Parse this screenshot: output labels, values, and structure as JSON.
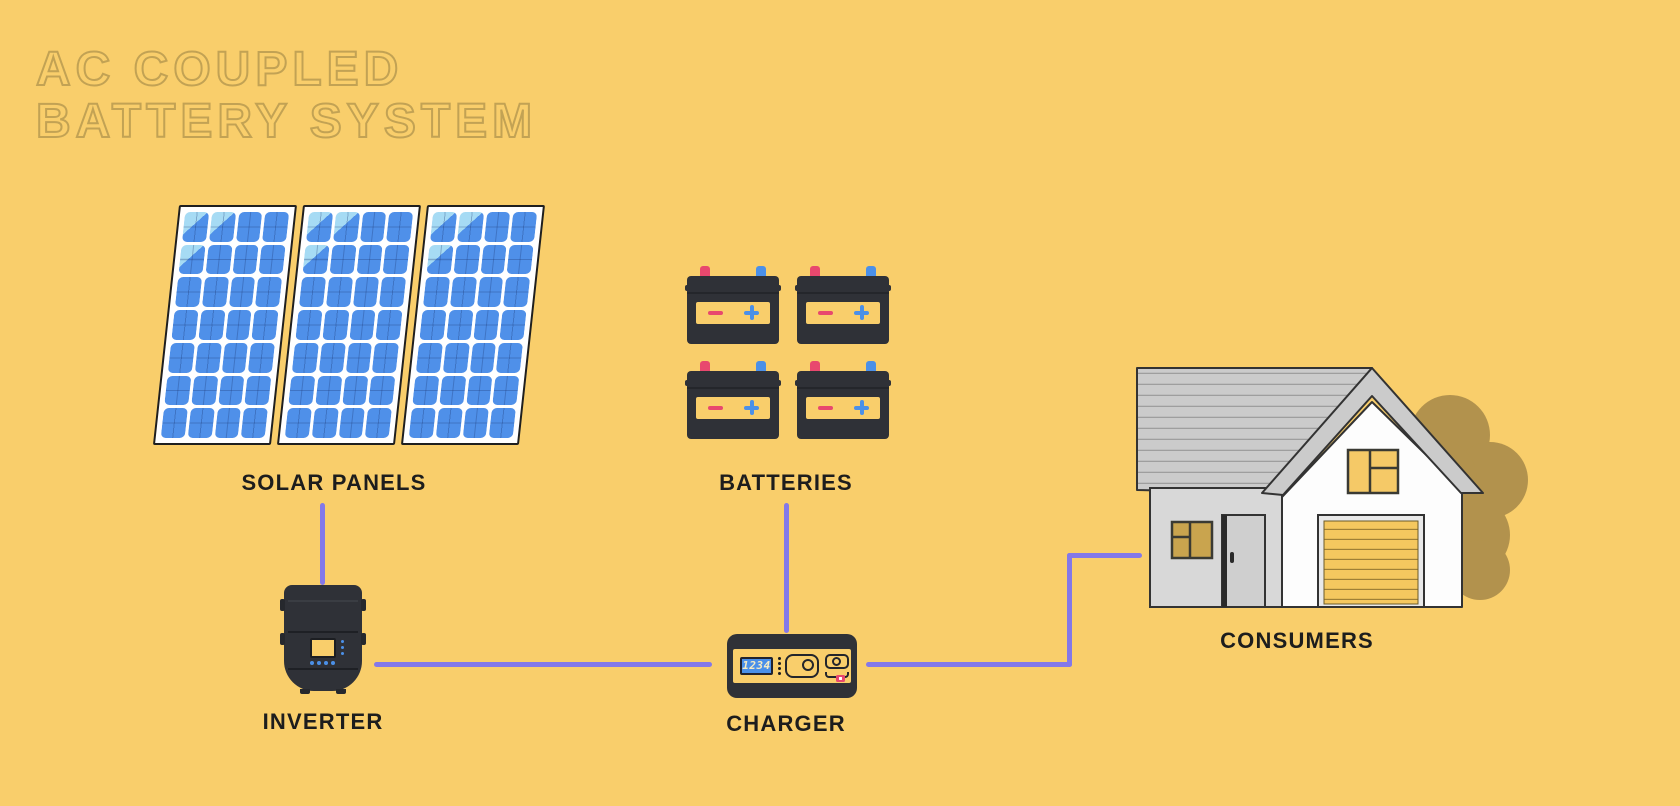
{
  "title": {
    "line1": "AC COUPLED",
    "line2": "BATTERY SYSTEM"
  },
  "nodes": {
    "solar": {
      "label": "SOLAR PANELS",
      "panel_count": 3,
      "rows": 7,
      "cols": 4,
      "highlight_cells": [
        [
          0,
          0
        ],
        [
          0,
          1
        ],
        [
          1,
          0
        ]
      ]
    },
    "batteries": {
      "label": "BATTERIES",
      "count": 4,
      "polarity_minus": "-",
      "polarity_plus": "+"
    },
    "inverter": {
      "label": "INVERTER"
    },
    "charger": {
      "label": "CHARGER",
      "lcd_value": "1234"
    },
    "consumers": {
      "label": "CONSUMERS"
    }
  },
  "theme": {
    "bg": "#F9CE6B",
    "title_outline": "#C2A254",
    "label": "#1D1D1D",
    "purple": "#8478E8",
    "panel_blue": "#4F90E9",
    "panel_highlight": "#A6DBF4",
    "panel_frame": "#FFFFFF",
    "dark_device": "#2F3137",
    "red": "#E8486E",
    "blue": "#4B90E8",
    "lcd_blue": "#4A90E9",
    "lcd_text": "#F6ECC4",
    "roof_gray": "#CBCBCB",
    "roof_line": "#9E9E9E",
    "wall_gray": "#D8D8D8",
    "wall_white": "#FDFDFD",
    "door_gray": "#CFCFCF",
    "door_edge": "#2A2A2A",
    "tan_window": "#C9A44E",
    "garage_frame": "#E9E9E9",
    "garage_yellow": "#F5C85F",
    "garage_line": "#A08035",
    "gable_window": "#F5C967",
    "tree": "#B2924D",
    "outline": "#333333"
  }
}
